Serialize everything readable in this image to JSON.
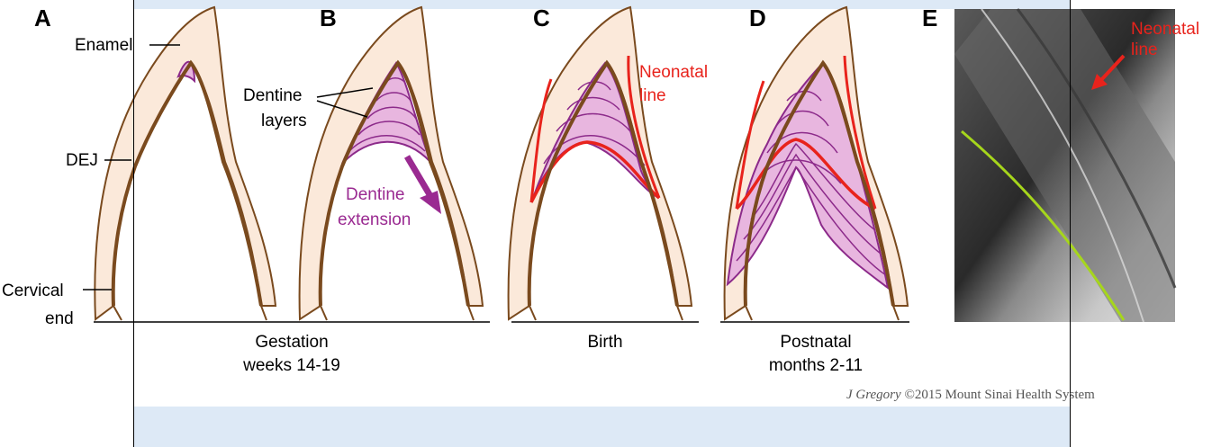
{
  "panels": [
    "A",
    "B",
    "C",
    "D",
    "E"
  ],
  "labels": {
    "enamel": "Enamel",
    "dej": "DEJ",
    "cervical": "Cervical",
    "end": "end",
    "dentine": "Dentine",
    "layers": "layers",
    "dentine_ext1": "Dentine",
    "dentine_ext2": "extension",
    "neonatal1": "Neonatal",
    "neonatal2": "line",
    "neonatal_e1": "Neonatal",
    "neonatal_e2": "line"
  },
  "timeline": {
    "gestation1": "Gestation",
    "gestation2": "weeks 14-19",
    "birth": "Birth",
    "postnatal1": "Postnatal",
    "postnatal2": "months 2-11"
  },
  "credit": {
    "author": "J Gregory",
    "rest": " ©2015 Mount Sinai Health System"
  },
  "colors": {
    "enamel_fill": "#fbe9da",
    "outline": "#7a4a1e",
    "dentine_fill": "#e8b6df",
    "dentine_line": "#8c2a8a",
    "neonatal": "#e8231c",
    "arrow": "#9a2a91",
    "green": "#a6d61c"
  }
}
